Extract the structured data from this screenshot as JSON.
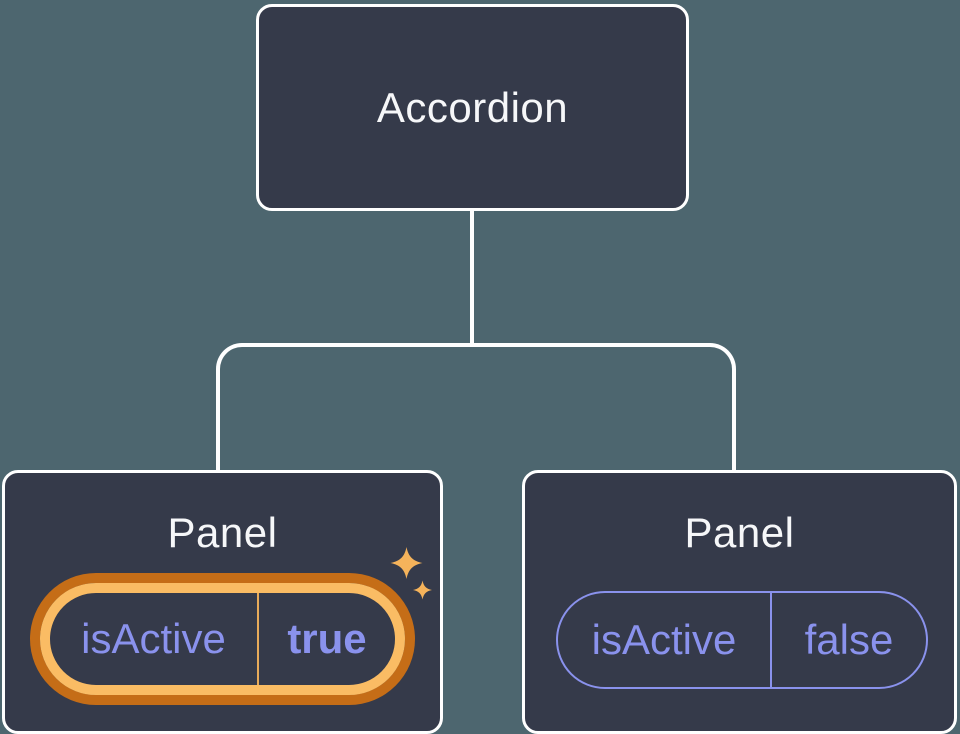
{
  "colors": {
    "background": "#4d666f",
    "node_fill": "#353a4a",
    "node_border": "#ffffff",
    "title_text": "#f6f7f9",
    "prop_text": "#8a92ed",
    "highlight_outer": "#c56d17",
    "highlight_inner": "#fabc64",
    "highlight_divider": "#e8ab5a",
    "sparkle": "#f5b35b"
  },
  "diagram": {
    "type": "component-tree",
    "root": {
      "label": "Accordion"
    },
    "panels": [
      {
        "label": "Panel",
        "prop_name": "isActive",
        "prop_value": "true",
        "highlighted": true
      },
      {
        "label": "Panel",
        "prop_name": "isActive",
        "prop_value": "false",
        "highlighted": false
      }
    ]
  }
}
